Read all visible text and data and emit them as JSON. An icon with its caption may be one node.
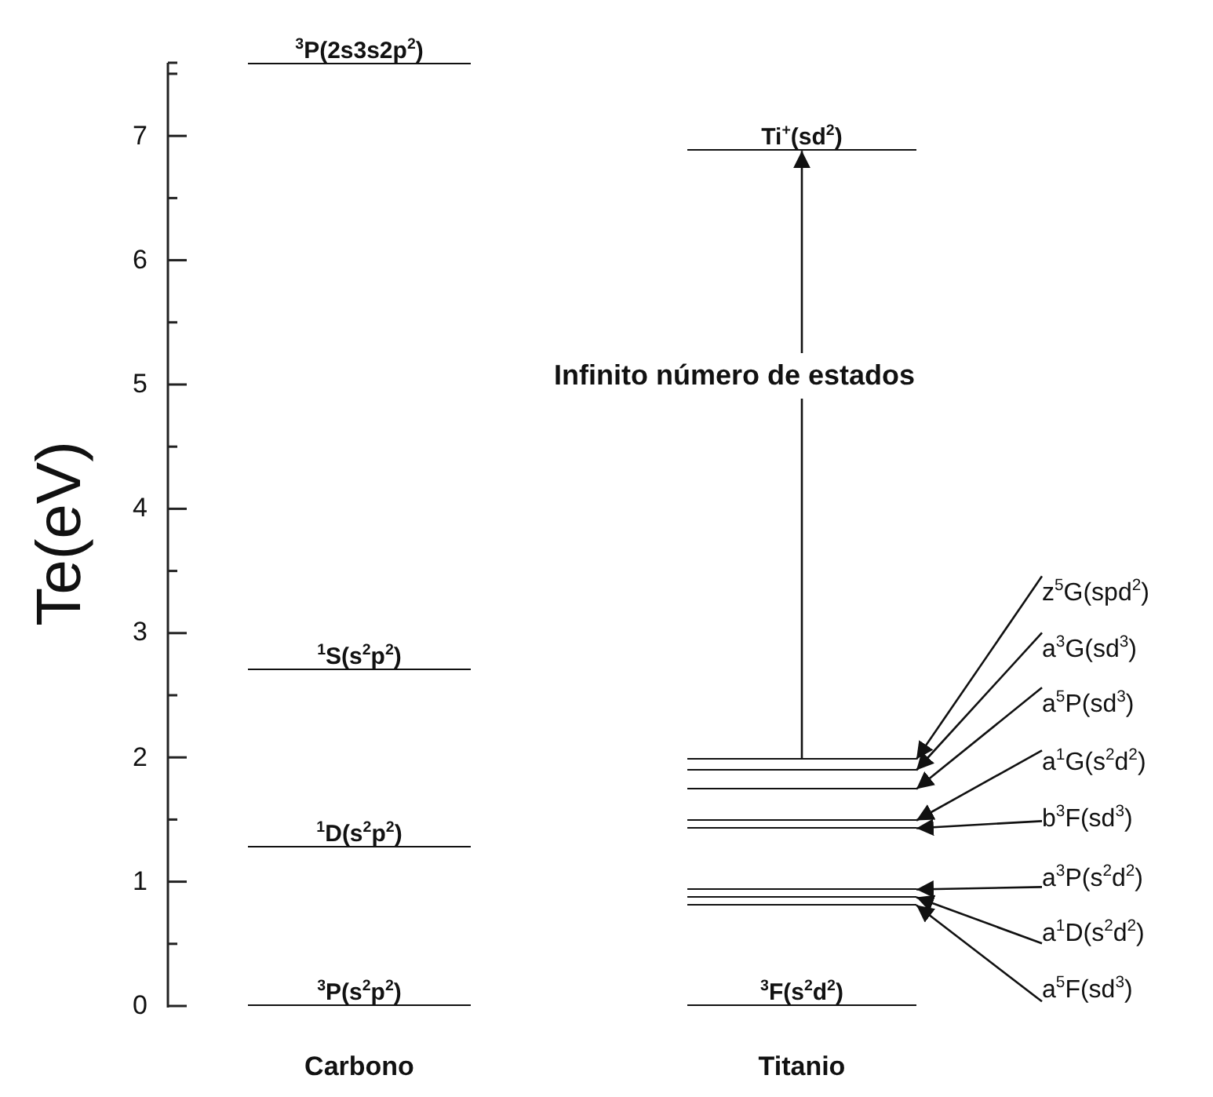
{
  "diagram": {
    "nodes": [
      {
        "text": [
          "$^{3}$P(2s3s2p$^{2}$)"
        ]
      },
      {
        "text": [
          "Ti$^{+}$(sd$^{2}$)"
        ]
      },
      {
        "text": [
          "$^{1}$S(s$^{2}$p$^{2}$)"
        ]
      },
      {
        "text": [
          "$^{1}$D(s$^{2}$p$^{2}$)"
        ]
      },
      {
        "text": [
          "$^{3}$P(s$^{2}$p$^{2}$)"
        ]
      },
      {
        "text": [
          "$^{3}$F(s$^{2}$d$^{2}$)"
        ]
      },
      {
        "text": [],
        "shape": "bar"
      },
      {
        "text": [],
        "shape": "bar"
      },
      {
        "text": [],
        "shape": "bar"
      },
      {
        "text": [],
        "shape": "bar"
      },
      {
        "text": [],
        "shape": "bar"
      },
      {
        "text": [],
        "shape": "bar"
      },
      {
        "text": [],
        "shape": "bar"
      },
      {
        "text": [],
        "shape": "bar"
      },
      {
        "text": [
          "z$^{5}$G(spd$^{2}$)"
        ]
      },
      {
        "text": [
          "a$^{3}$G(sd$^{3}$)"
        ]
      },
      {
        "text": [
          "a$^{5}$P(sd$^{3}$)"
        ]
      },
      {
        "text": [
          "a$^{1}$G(s$^{2}$d$^{2}$)"
        ]
      },
      {
        "text": [
          "b$^{3}$F(sd$^{3}$)"
        ]
      },
      {
        "text": [
          "a$^{3}$P(s$^{2}$d$^{2}$)"
        ]
      },
      {
        "text": [
          "a$^{1}$D(s$^{2}$d$^{2}$)"
        ]
      },
      {
        "text": [
          "a$^{5}$F(sd$^{3}$)"
        ]
      }
    ],
    "edges": [
      {
        "from": 6,
        "to": 1,
        "arrow": "to",
        "label": "Infinito número de estados"
      },
      {
        "from": 14,
        "to": 6,
        "arrow": "to"
      },
      {
        "from": 15,
        "to": 7,
        "arrow": "to"
      },
      {
        "from": 16,
        "to": 8,
        "arrow": "to"
      },
      {
        "from": 17,
        "to": 9,
        "arrow": "to"
      },
      {
        "from": 18,
        "to": 10,
        "arrow": "to"
      },
      {
        "from": 19,
        "to": 11,
        "arrow": "to"
      },
      {
        "from": 20,
        "to": 12,
        "arrow": "to"
      },
      {
        "from": 21,
        "to": 13,
        "arrow": "to"
      }
    ],
    "labels": [
      "Te(eV)",
      "7",
      "6",
      "5",
      "4",
      "3",
      "2",
      "1",
      "0",
      "Carbono",
      "Titanio"
    ]
  }
}
